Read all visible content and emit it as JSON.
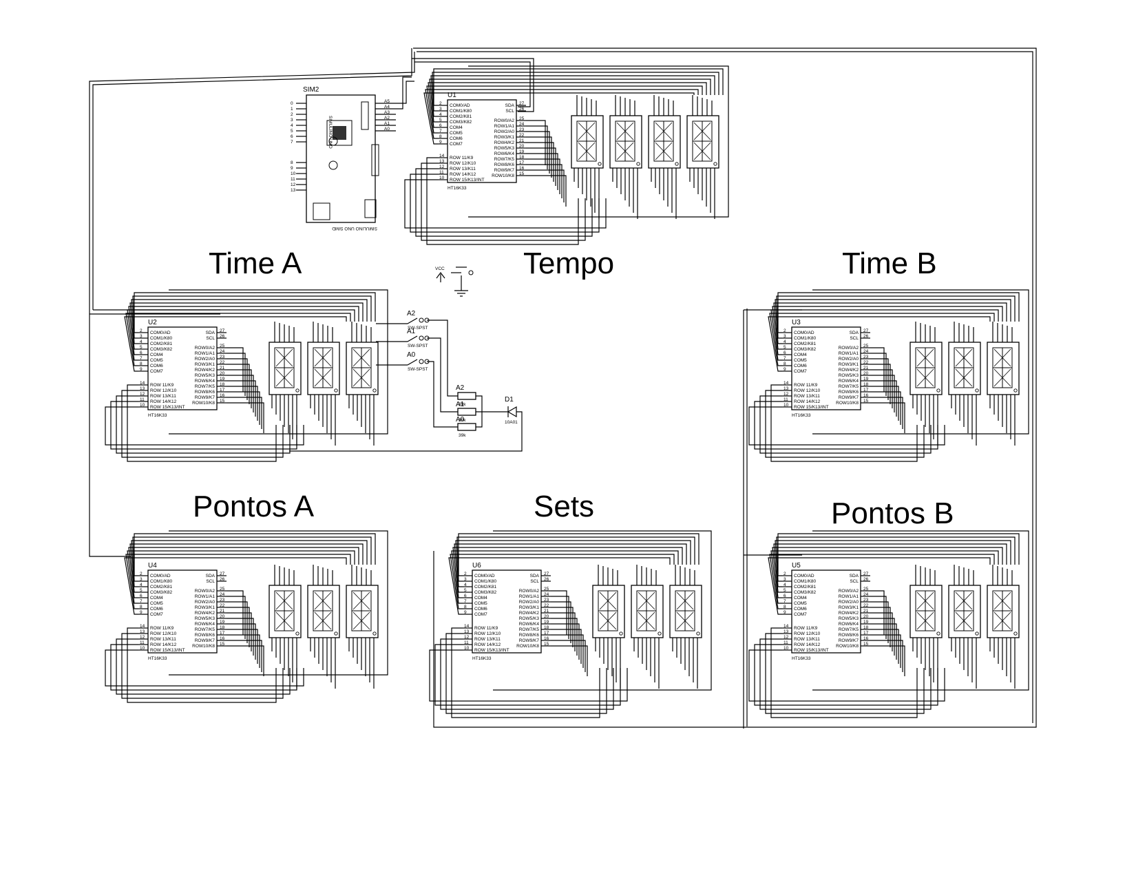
{
  "section_labels": {
    "time_a": "Time A",
    "tempo": "Tempo",
    "time_b": "Time B",
    "pontos_a": "Pontos A",
    "sets": "Sets",
    "pontos_b": "Pontos B"
  },
  "arduino": {
    "ref": "SIM2",
    "board_text": "SIMULINO UNO",
    "footer_text": "SIMULINO UNO SIMD",
    "left_pins": [
      "0",
      "1",
      "2",
      "3",
      "4",
      "5",
      "6",
      "7",
      "8",
      "9",
      "10",
      "11",
      "12",
      "13"
    ],
    "right_pins": [
      "A5",
      "A4",
      "A3",
      "A2",
      "A1",
      "A0"
    ]
  },
  "driver": {
    "part": "HT16K33",
    "left_pin_numbers": [
      "2",
      "3",
      "4",
      "5",
      "6",
      "7",
      "8",
      "9",
      "14",
      "13",
      "12",
      "11",
      "10"
    ],
    "left_pin_names": [
      "COM0/AD",
      "COM1/K80",
      "COM2/K81",
      "COM3/K82",
      "COM4",
      "COM5",
      "COM6",
      "COM7",
      "ROW 11/K9",
      "ROW 12/K10",
      "ROW 13/K11",
      "ROW 14/K12",
      "ROW 15/K13/INT"
    ],
    "right_pin_names": [
      "SDA",
      "SCL",
      "ROW0/A2",
      "ROW1/A1",
      "ROW2/A0",
      "ROW3/K1",
      "ROW4/K2",
      "ROW5/K3",
      "ROW6/K4",
      "ROW7/K5",
      "ROW8/K6",
      "ROW9/K7",
      "ROW10/K8"
    ],
    "right_pin_numbers": [
      "27",
      "26",
      "25",
      "24",
      "23",
      "22",
      "21",
      "20",
      "19",
      "18",
      "17",
      "16",
      "15"
    ]
  },
  "modules": [
    {
      "ref": "U1"
    },
    {
      "ref": "U2"
    },
    {
      "ref": "U3"
    },
    {
      "ref": "U4"
    },
    {
      "ref": "U6"
    },
    {
      "ref": "U5"
    }
  ],
  "switches": [
    {
      "ref": "A2",
      "type": "SW-SPST"
    },
    {
      "ref": "A1",
      "type": "SW-SPST"
    },
    {
      "ref": "A0",
      "type": "SW-SPST"
    }
  ],
  "resistors": [
    {
      "ref": "A2",
      "value": "39k"
    },
    {
      "ref": "A1",
      "value": "39k"
    },
    {
      "ref": "A0",
      "value": "39k"
    }
  ],
  "diode": {
    "ref": "D1",
    "part": "10A01"
  },
  "vcc_label": "VCC"
}
